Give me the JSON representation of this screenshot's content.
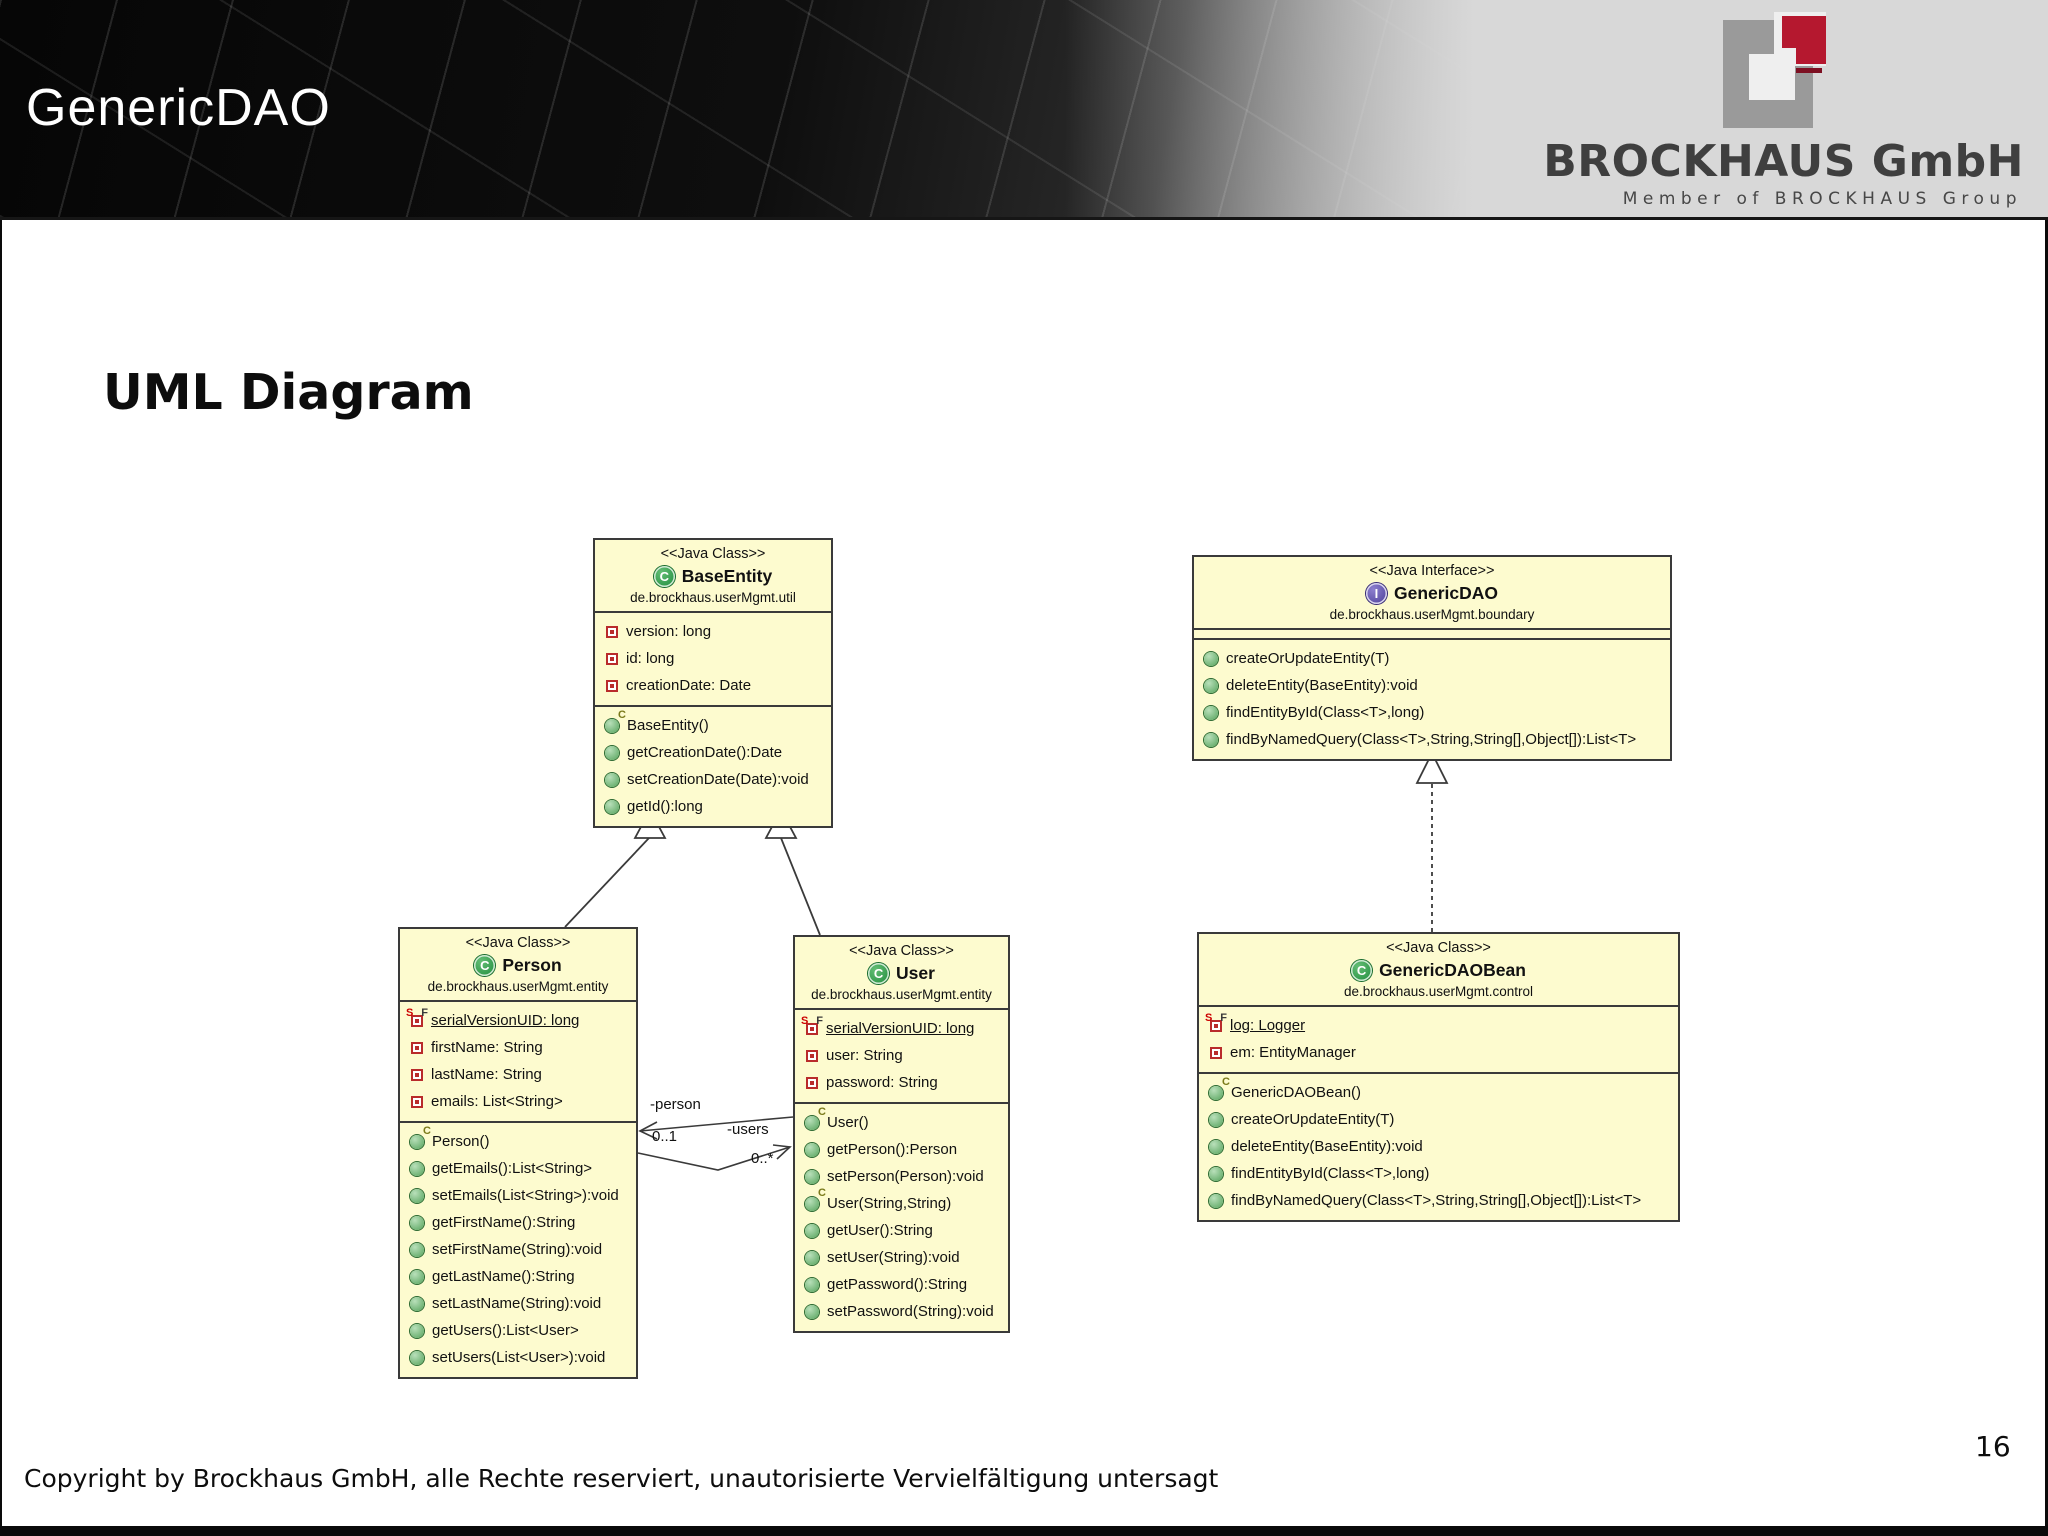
{
  "header": {
    "title": "GenericDAO",
    "logo_company": "BROCKHAUS GmbH",
    "logo_tagline": "Member of BROCKHAUS Group"
  },
  "slide": {
    "heading": "UML Diagram",
    "footer": "Copyright by Brockhaus GmbH, alle Rechte reserviert, unautorisierte Vervielfältigung untersagt",
    "page_number": "16"
  },
  "colors": {
    "box_fill": "#fdfbcf",
    "box_border": "#3a3a3a",
    "class_icon_green": "#1f8c3c",
    "interface_icon_purple": "#4a3d96",
    "field_icon_red": "#b92b2b",
    "method_icon_green": "#54a25b",
    "logo_red": "#b5182f",
    "logo_gray": "#9a9a9a"
  },
  "diagram": {
    "markers": {
      "static_s": "S",
      "static_f": "F",
      "constructor": "C"
    },
    "classes": [
      {
        "id": "base-entity",
        "stereotype": "<<Java Class>>",
        "kind": "class",
        "kind_letter": "C",
        "name": "BaseEntity",
        "package": "de.brockhaus.userMgmt.util",
        "attributes": [
          {
            "kind": "field",
            "text": "version: long"
          },
          {
            "kind": "field",
            "text": "id: long"
          },
          {
            "kind": "field",
            "text": "creationDate: Date"
          }
        ],
        "methods": [
          {
            "kind": "constructor",
            "text": "BaseEntity()"
          },
          {
            "kind": "method",
            "text": "getCreationDate():Date"
          },
          {
            "kind": "method",
            "text": "setCreationDate(Date):void"
          },
          {
            "kind": "method",
            "text": "getId():long"
          }
        ]
      },
      {
        "id": "generic-dao",
        "stereotype": "<<Java Interface>>",
        "kind": "interface",
        "kind_letter": "I",
        "name": "GenericDAO",
        "package": "de.brockhaus.userMgmt.boundary",
        "attributes": [],
        "methods": [
          {
            "kind": "method",
            "text": "createOrUpdateEntity(T)"
          },
          {
            "kind": "method",
            "text": "deleteEntity(BaseEntity):void"
          },
          {
            "kind": "method",
            "text": "findEntityById(Class<T>,long)"
          },
          {
            "kind": "method",
            "text": "findByNamedQuery(Class<T>,String,String[],Object[]):List<T>"
          }
        ]
      },
      {
        "id": "person",
        "stereotype": "<<Java Class>>",
        "kind": "class",
        "kind_letter": "C",
        "name": "Person",
        "package": "de.brockhaus.userMgmt.entity",
        "attributes": [
          {
            "kind": "static-field",
            "text": "serialVersionUID: long"
          },
          {
            "kind": "field",
            "text": "firstName: String"
          },
          {
            "kind": "field",
            "text": "lastName: String"
          },
          {
            "kind": "field",
            "text": "emails: List<String>"
          }
        ],
        "methods": [
          {
            "kind": "constructor",
            "text": "Person()"
          },
          {
            "kind": "method",
            "text": "getEmails():List<String>"
          },
          {
            "kind": "method",
            "text": "setEmails(List<String>):void"
          },
          {
            "kind": "method",
            "text": "getFirstName():String"
          },
          {
            "kind": "method",
            "text": "setFirstName(String):void"
          },
          {
            "kind": "method",
            "text": "getLastName():String"
          },
          {
            "kind": "method",
            "text": "setLastName(String):void"
          },
          {
            "kind": "method",
            "text": "getUsers():List<User>"
          },
          {
            "kind": "method",
            "text": "setUsers(List<User>):void"
          }
        ]
      },
      {
        "id": "user",
        "stereotype": "<<Java Class>>",
        "kind": "class",
        "kind_letter": "C",
        "name": "User",
        "package": "de.brockhaus.userMgmt.entity",
        "attributes": [
          {
            "kind": "static-field",
            "text": "serialVersionUID: long"
          },
          {
            "kind": "field",
            "text": "user: String"
          },
          {
            "kind": "field",
            "text": "password: String"
          }
        ],
        "methods": [
          {
            "kind": "constructor",
            "text": "User()"
          },
          {
            "kind": "method",
            "text": "getPerson():Person"
          },
          {
            "kind": "method",
            "text": "setPerson(Person):void"
          },
          {
            "kind": "constructor",
            "text": "User(String,String)"
          },
          {
            "kind": "method",
            "text": "getUser():String"
          },
          {
            "kind": "method",
            "text": "setUser(String):void"
          },
          {
            "kind": "method",
            "text": "getPassword():String"
          },
          {
            "kind": "method",
            "text": "setPassword(String):void"
          }
        ]
      },
      {
        "id": "generic-dao-bean",
        "stereotype": "<<Java Class>>",
        "kind": "class",
        "kind_letter": "C",
        "name": "GenericDAOBean",
        "package": "de.brockhaus.userMgmt.control",
        "attributes": [
          {
            "kind": "static-field",
            "text": "log: Logger"
          },
          {
            "kind": "field",
            "text": "em: EntityManager"
          }
        ],
        "methods": [
          {
            "kind": "constructor",
            "text": "GenericDAOBean()"
          },
          {
            "kind": "method",
            "text": "createOrUpdateEntity(T)"
          },
          {
            "kind": "method",
            "text": "deleteEntity(BaseEntity):void"
          },
          {
            "kind": "method",
            "text": "findEntityById(Class<T>,long)"
          },
          {
            "kind": "method",
            "text": "findByNamedQuery(Class<T>,String,String[],Object[]):List<T>"
          }
        ]
      }
    ],
    "relations": [
      {
        "type": "generalization",
        "from": "Person",
        "to": "BaseEntity"
      },
      {
        "type": "generalization",
        "from": "User",
        "to": "BaseEntity"
      },
      {
        "type": "realization",
        "from": "GenericDAOBean",
        "to": "GenericDAO"
      },
      {
        "type": "association",
        "label": "-person",
        "multiplicity": "0..1",
        "target": "Person"
      },
      {
        "type": "association",
        "label": "-users",
        "multiplicity": "0..*",
        "target": "User"
      }
    ]
  }
}
